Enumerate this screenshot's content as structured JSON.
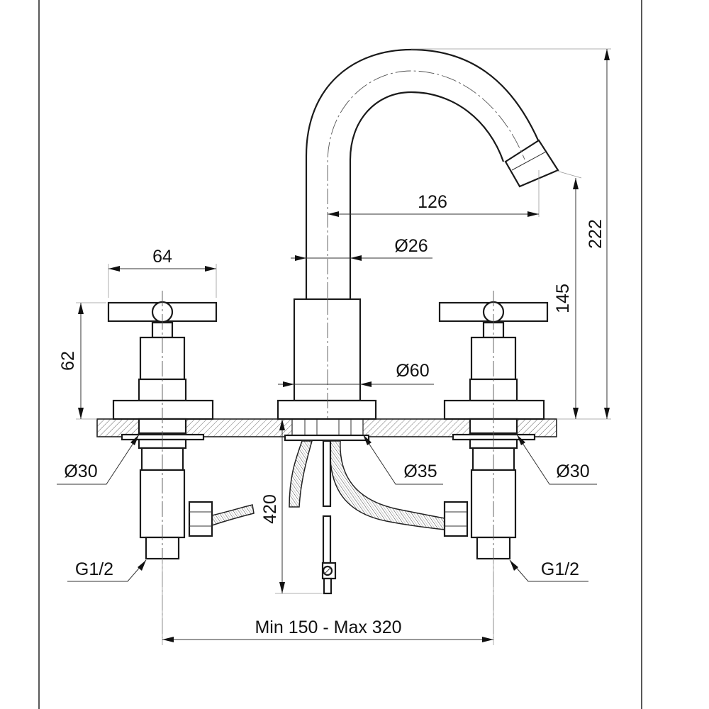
{
  "dimensions": {
    "spout_reach": "126",
    "spout_diameter": "Ø26",
    "height_spout": "222",
    "height_body": "145",
    "handle_width": "64",
    "handle_height": "62",
    "body_diameter": "Ø60",
    "left_hole": "Ø30",
    "center_hole": "Ø35",
    "right_hole": "Ø30",
    "hose_length": "420",
    "left_thread": "G1/2",
    "right_thread": "G1/2",
    "spread": "Min 150 - Max 320"
  }
}
